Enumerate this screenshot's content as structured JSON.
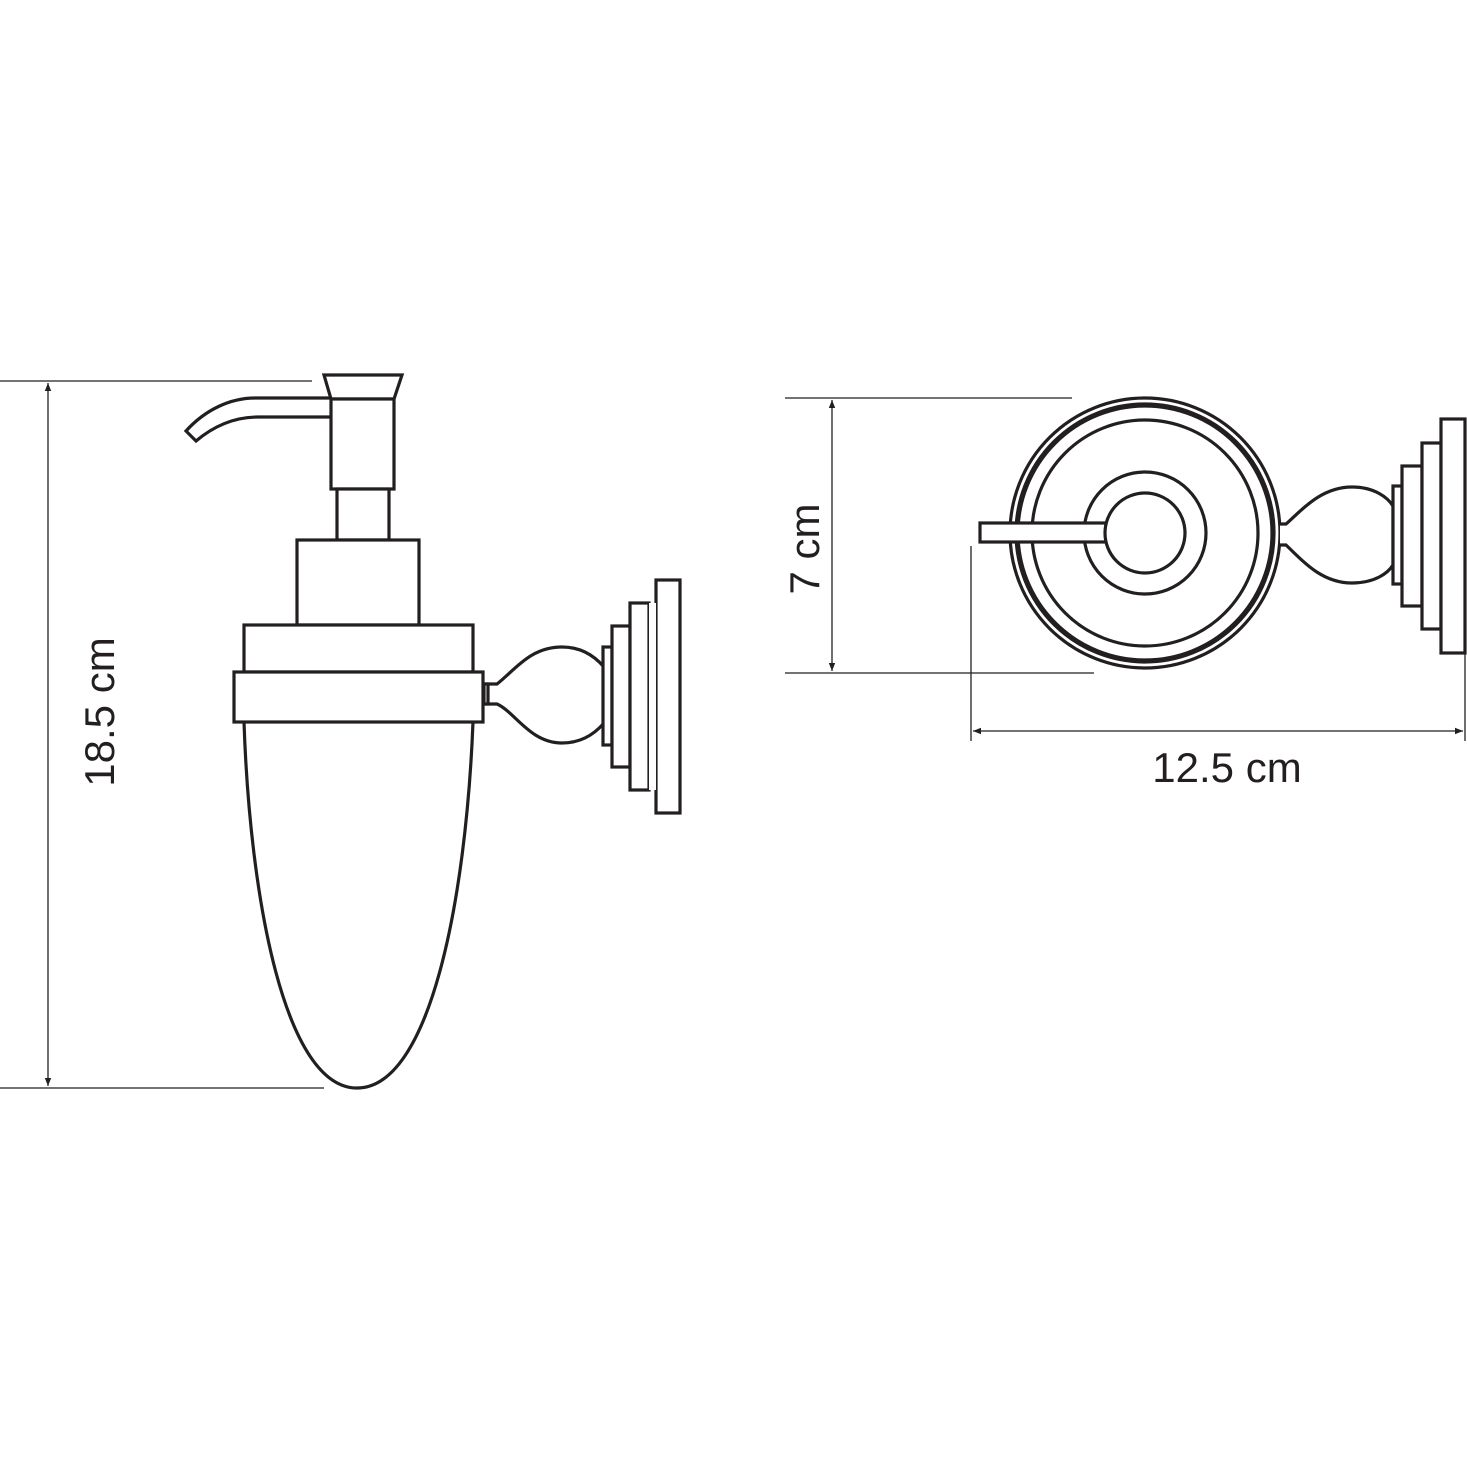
{
  "dimensions": {
    "height": "18.5 cm",
    "depth": "7 cm",
    "projection": "12.5 cm"
  },
  "colors": {
    "line": "#231f20",
    "background": "#ffffff"
  }
}
